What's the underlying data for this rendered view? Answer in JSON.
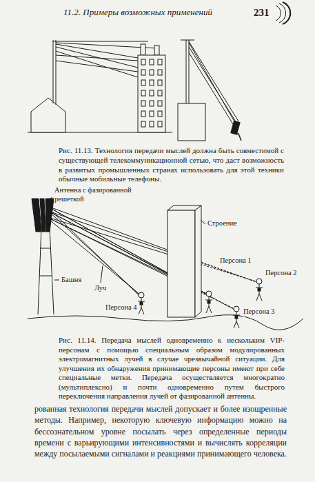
{
  "diagram": {
    "title": "11.2. Примеры возможных применений",
    "labels": [
      "231",
      "Рис. 11.13. Технология передачи мыслей должна быть совместимой с существующей телекоммуникационной сетью, что даст возможность в развитых промышленных странах использовать для этой техники обычные мобильные телефоны.",
      "Антенна с фазированной решеткой",
      "Строение",
      "Башня",
      "Луч",
      "Персона 1",
      "Персона 2",
      "Персона 4",
      "Персона 3",
      "Рис. 11.14. Передача мыслей одновременно к нескольким VIP-персонам с помощью специальным образом модулированных электромагнитных лучей в случае чрезвычайной ситуации. Для улучшения их обнаружения принимающие персоны имеют при себе специальные метки. Передача осуществляется многократно (мультиплексно) и почти одновременно путем быстрого переключения направления лучей от фазированной антенны.",
      "рованная технология передачи мыслей допускает и более изощренные методы. Например, некоторую ключевую информацию можно на бессознательном уровне посылать через определенные периоды времени с варьирующими интенсивностями и вычислять корреляции между посылаемыми сигналами и реакциями принимающего человека."
    ]
  }
}
